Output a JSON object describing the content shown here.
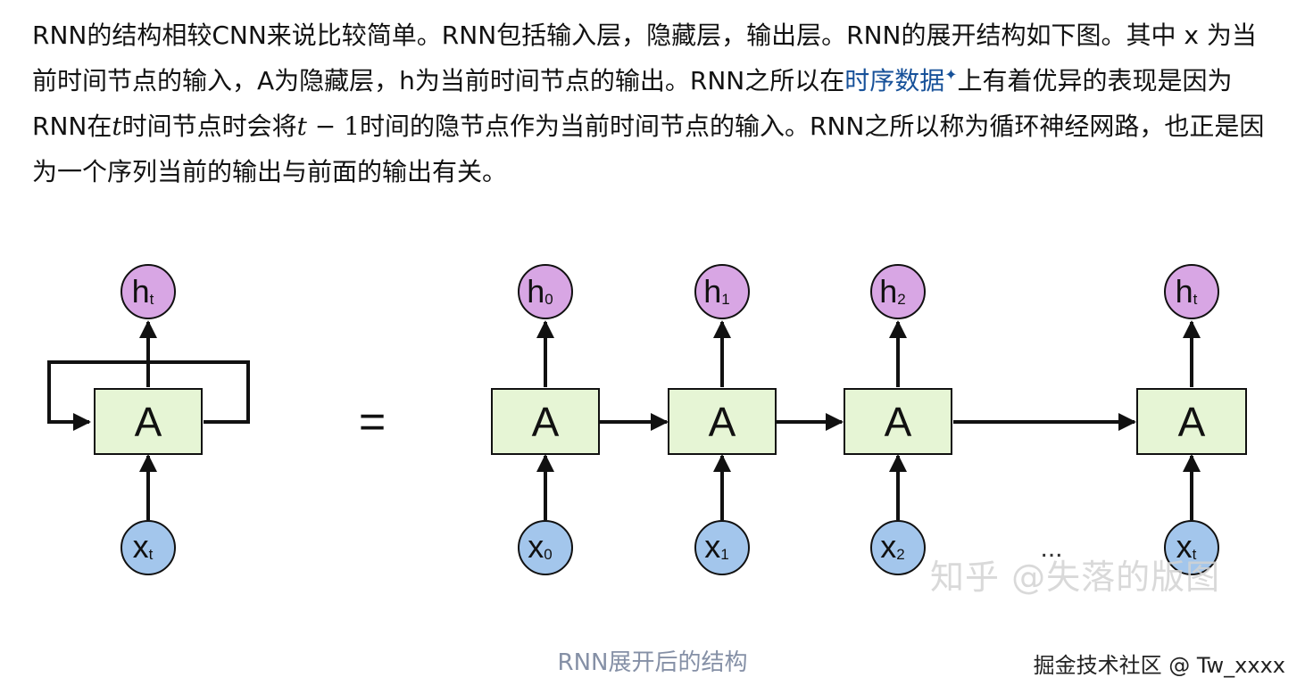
{
  "article": {
    "seg1": "RNN的结构相较CNN来说比较简单。RNN包括输入层，隐藏层，输出层。RNN的展开结构如下图。其中 x 为当前时间节点的输入，A为隐藏层，h为当前时间节点的输出。RNN之所以在",
    "link_text": "时序数据",
    "spark": "✦",
    "seg2": "上有着优异的表现是因为RNN在",
    "math_t": "t",
    "seg3": "时间节点时会将",
    "math_t2": "t",
    "math_minus_one": " − 1",
    "seg4": "时间的隐节点作为当前时间节点的输入。RNN之所以称为循环神经网路，也正是因为一个序列当前的输出与前面的输出有关。"
  },
  "figure": {
    "folded": {
      "output": {
        "main": "h",
        "sub": "t"
      },
      "cell": "A",
      "input": {
        "main": "x",
        "sub": "t"
      }
    },
    "equals": "=",
    "unrolled": [
      {
        "output": {
          "main": "h",
          "sub": "0"
        },
        "cell": "A",
        "input": {
          "main": "x",
          "sub": "0"
        }
      },
      {
        "output": {
          "main": "h",
          "sub": "1"
        },
        "cell": "A",
        "input": {
          "main": "x",
          "sub": "1"
        }
      },
      {
        "output": {
          "main": "h",
          "sub": "2"
        },
        "cell": "A",
        "input": {
          "main": "x",
          "sub": "2"
        }
      },
      {
        "output": {
          "main": "h",
          "sub": "t"
        },
        "cell": "A",
        "input": {
          "main": "x",
          "sub": "t"
        }
      }
    ],
    "ellipsis": "...",
    "colors": {
      "output_fill": "#d8a6e4",
      "input_fill": "#a3c6ec",
      "cell_fill": "#e6f5d5",
      "stroke": "#111111"
    }
  },
  "watermark": "知乎 @失落的版图",
  "caption": "RNN展开后的结构",
  "credit": "掘金技术社区 @ Tw_xxxx"
}
